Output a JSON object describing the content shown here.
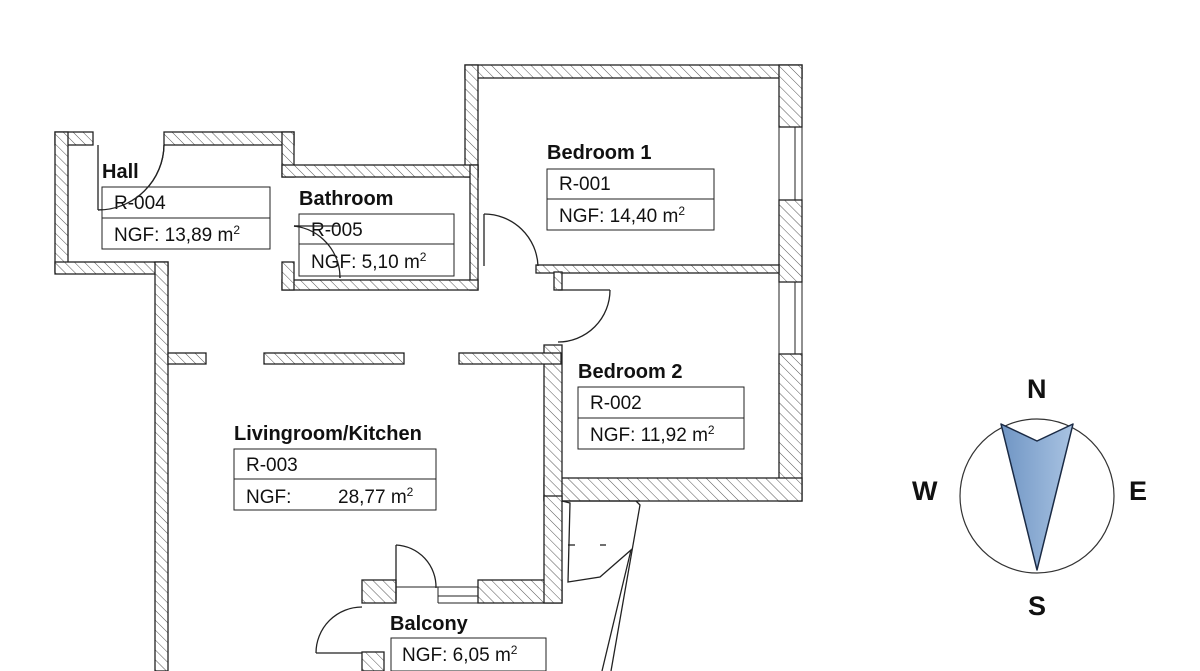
{
  "rooms": {
    "hall": {
      "name": "Hall",
      "id": "R-004",
      "ngf_label": "NGF:",
      "area": "13,89",
      "unit": "m",
      "unit_sup": "2"
    },
    "bathroom": {
      "name": "Bathroom",
      "id": "R-005",
      "ngf_label": "NGF:",
      "area": "5,10",
      "unit": "m",
      "unit_sup": "2"
    },
    "bedroom1": {
      "name": "Bedroom 1",
      "id": "R-001",
      "ngf_label": "NGF:",
      "area": "14,40",
      "unit": "m",
      "unit_sup": "2"
    },
    "bedroom2": {
      "name": "Bedroom 2",
      "id": "R-002",
      "ngf_label": "NGF:",
      "area": "11,92",
      "unit": "m",
      "unit_sup": "2"
    },
    "living": {
      "name": "Livingroom/Kitchen",
      "id": "R-003",
      "ngf_label": "NGF:",
      "area": "28,77",
      "unit": "m",
      "unit_sup": "2"
    },
    "balcony": {
      "name": "Balcony",
      "ngf_label": "NGF:",
      "area": "6,05",
      "unit": "m",
      "unit_sup": "2"
    }
  },
  "compass": {
    "north": "N",
    "south": "S",
    "east": "E",
    "west": "W"
  },
  "colors": {
    "wall_line": "#222222",
    "hatch": "#555555",
    "needle_fill": "#7ea4cf",
    "needle_stroke": "#1a2a44"
  }
}
